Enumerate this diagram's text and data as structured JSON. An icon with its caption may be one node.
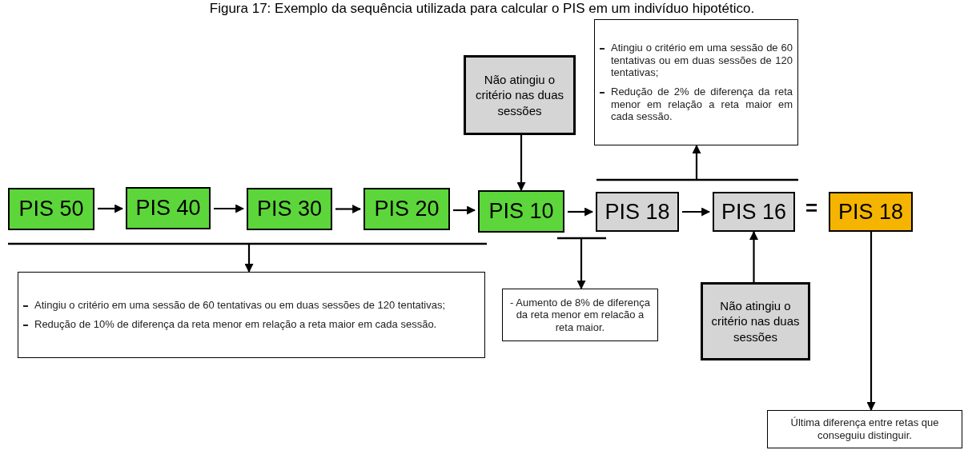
{
  "diagram": {
    "title": "Figura 17: Exemplo da sequência utilizada para calcular o PIS em um indivíduo hipotético.",
    "nodes": [
      {
        "text": [
          "PIS 50"
        ]
      },
      {
        "text": [
          "PIS 40"
        ]
      },
      {
        "text": [
          "PIS 30"
        ]
      },
      {
        "text": [
          "PIS 20"
        ]
      },
      {
        "text": [
          "PIS 10"
        ]
      },
      {
        "text": [
          "PIS 18"
        ]
      },
      {
        "text": [
          "PIS 16"
        ]
      },
      {
        "text": [
          "PIS 18"
        ]
      },
      {
        "text": [
          "Não atingiu o critério nas duas sessões"
        ]
      },
      {
        "text": [
          "Atingiu o critério em uma sessão de 60 tentativas ou em duas sessões de 120 tentativas;",
          "Redução de 2% de diferença da reta menor em relação a reta maior em cada sessão."
        ]
      },
      {
        "text": [
          "Atingiu o critério em uma sessão de 60 tentativas ou em duas sessões de 120 tentativas;",
          "Redução de 10% de diferença da reta menor em relação a reta maior em cada sessão."
        ]
      },
      {
        "text": [
          "- Aumento de 8% de diferença da reta menor em relacão a reta maior."
        ]
      },
      {
        "text": [
          "Não atingiu o critério nas duas sessões"
        ]
      },
      {
        "text": [
          "Última diferença entre retas que conseguiu distinguir."
        ]
      }
    ],
    "edges": [
      {
        "from": 0,
        "to": 1,
        "arrow": "to"
      },
      {
        "from": 1,
        "to": 2,
        "arrow": "to"
      },
      {
        "from": 2,
        "to": 3,
        "arrow": "to"
      },
      {
        "from": 3,
        "to": 4,
        "arrow": "to"
      },
      {
        "from": 4,
        "to": 5,
        "arrow": "to"
      },
      {
        "from": 5,
        "to": 6,
        "arrow": "to"
      },
      {
        "from": 8,
        "to": 4,
        "arrow": "to"
      },
      {
        "from": 12,
        "to": 6,
        "arrow": "to"
      },
      {
        "from": 7,
        "to": 13,
        "arrow": "to"
      },
      {
        "from": null,
        "to": 10,
        "arrow": "to"
      },
      {
        "from": null,
        "to": 11,
        "arrow": "to"
      },
      {
        "from": null,
        "to": 9,
        "arrow": "to"
      }
    ],
    "labels": [
      "="
    ]
  }
}
